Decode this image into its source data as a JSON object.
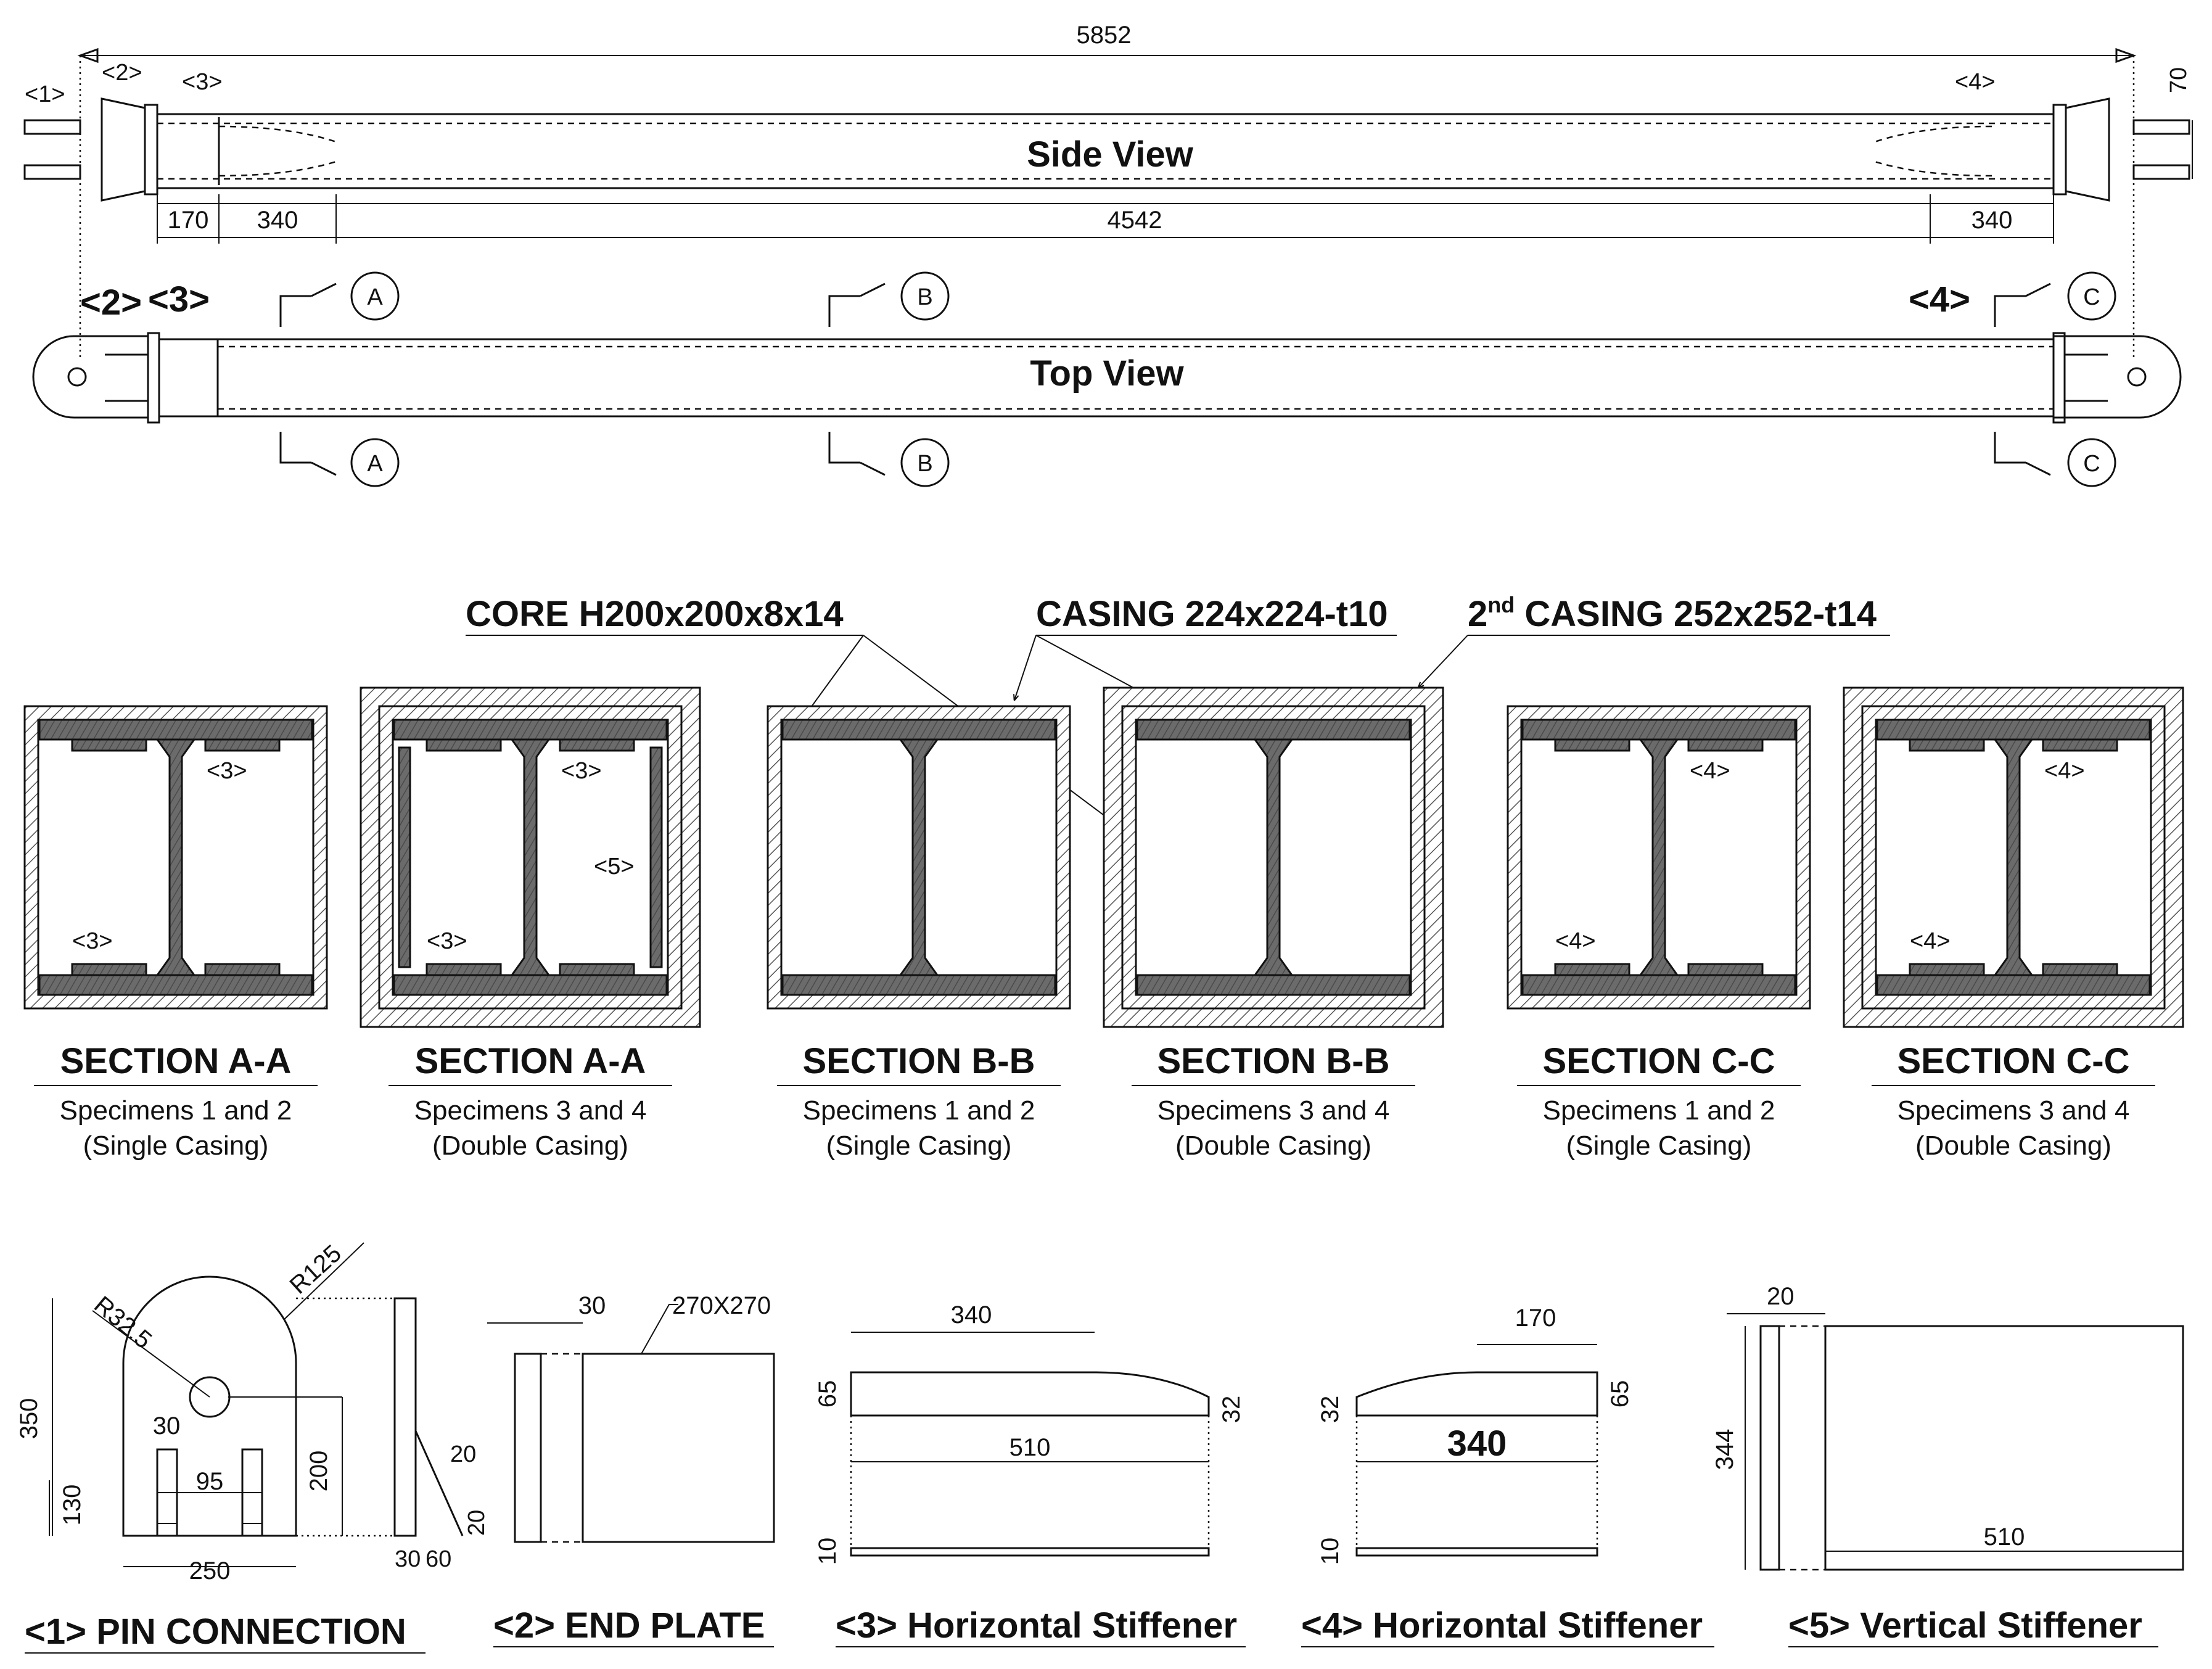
{
  "overall": {
    "length": "5852",
    "pin_gap": "70",
    "dims": [
      "170",
      "340",
      "4542",
      "340"
    ]
  },
  "views": {
    "side_view": "Side View",
    "top_view": "Top View"
  },
  "section_marks": [
    "A",
    "B",
    "C"
  ],
  "part_tags": {
    "p1": "<1>",
    "p2": "<2>",
    "p3": "<3>",
    "p4": "<4>",
    "p5": "<5>"
  },
  "callouts": {
    "core": "CORE H200x200x8x14",
    "casing": "CASING 224x224-t10",
    "casing2_prefix": "2",
    "casing2_sup": "nd",
    "casing2_rest": " CASING 252x252-t14"
  },
  "sections": [
    {
      "title": "SECTION A-A",
      "line1": "Specimens 1 and 2",
      "line2": "(Single Casing)"
    },
    {
      "title": "SECTION A-A",
      "line1": "Specimens 3 and 4",
      "line2": "(Double Casing)"
    },
    {
      "title": "SECTION B-B",
      "line1": "Specimens 1 and 2",
      "line2": "(Single Casing)"
    },
    {
      "title": "SECTION B-B",
      "line1": "Specimens 3 and 4",
      "line2": "(Double Casing)"
    },
    {
      "title": "SECTION C-C",
      "line1": "Specimens 1 and 2",
      "line2": "(Single Casing)"
    },
    {
      "title": "SECTION C-C",
      "line1": "Specimens 3 and 4",
      "line2": "(Double Casing)"
    }
  ],
  "details": {
    "pin": {
      "caption": "<1> PIN CONNECTION",
      "dims": {
        "r125": "R125",
        "r325": "R32.5",
        "d350": "350",
        "d130": "130",
        "d30": "30",
        "d95": "95",
        "d200": "200",
        "d250": "250",
        "d20a": "20",
        "d20b": "20",
        "d30b": "30",
        "d60": "60"
      }
    },
    "end_plate": {
      "caption": "<2> END PLATE",
      "dims": {
        "d30": "30",
        "size": "270X270"
      }
    },
    "hstiff3": {
      "caption": "<3> Horizontal Stiffener",
      "dims": {
        "d340": "340",
        "d65": "65",
        "d32": "32",
        "d510": "510",
        "d10": "10"
      }
    },
    "hstiff4": {
      "caption": "<4> Horizontal Stiffener",
      "dims": {
        "d170": "170",
        "d32": "32",
        "d65": "65",
        "d340": "340",
        "d10": "10"
      }
    },
    "vstiff5": {
      "caption": "<5> Vertical Stiffener",
      "dims": {
        "d20": "20",
        "d344": "344",
        "d510": "510"
      }
    }
  }
}
